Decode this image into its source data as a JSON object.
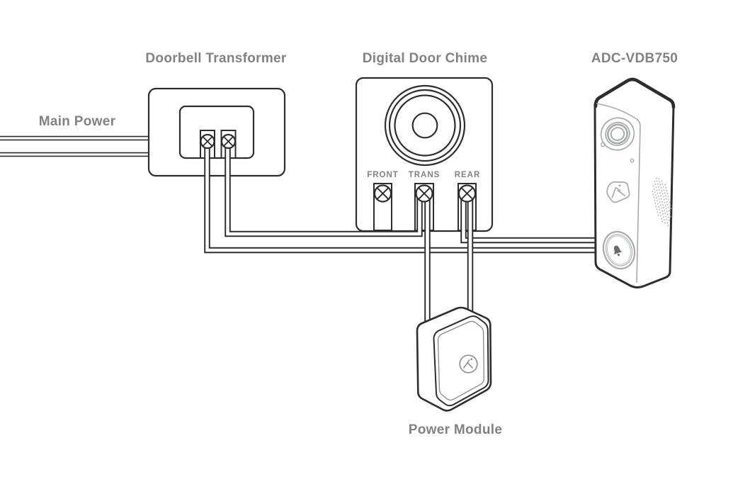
{
  "diagram": {
    "colors": {
      "background": "#ffffff",
      "line": "#2d2d2e",
      "detail": "#a8aaac",
      "label": "#808285"
    },
    "labels": {
      "main_power": "Main Power",
      "transformer": "Doorbell Transformer",
      "chime": "Digital Door Chime",
      "doorbell": "ADC-VDB750",
      "power_module": "Power Module"
    },
    "chime_terminals": [
      "FRONT",
      "TRANS",
      "REAR"
    ],
    "icons": [
      "screw-terminal-icon",
      "chime-speaker-icon",
      "camera-lens-icon",
      "indicator-dot-icon",
      "logo-shield-icon",
      "speaker-grille-icon",
      "doorbell-button-icon",
      "bell-icon",
      "alarm-logo-circle-icon"
    ],
    "connections": [
      {
        "from": "Main Power",
        "to": "Doorbell Transformer terminals"
      },
      {
        "from": "Doorbell Transformer right terminal",
        "to": "Digital Door Chime TRANS"
      },
      {
        "from": "Doorbell Transformer left terminal",
        "to": "ADC-VDB750"
      },
      {
        "from": "Digital Door Chime REAR",
        "to": "ADC-VDB750"
      },
      {
        "from": "Digital Door Chime TRANS",
        "to": "Power Module"
      },
      {
        "from": "Digital Door Chime REAR",
        "to": "Power Module"
      }
    ]
  }
}
